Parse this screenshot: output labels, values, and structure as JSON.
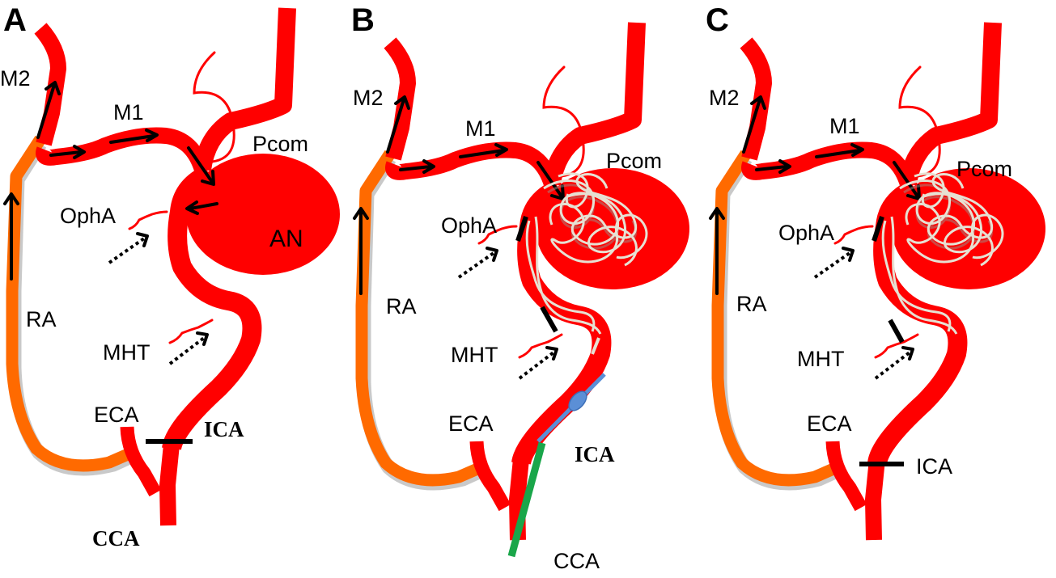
{
  "figure": {
    "panels": [
      {
        "id": "A",
        "letter": "A",
        "labels": {
          "m2": "M2",
          "m1": "M1",
          "pcom": "Pcom",
          "opha": "OphA",
          "an": "AN",
          "ra": "RA",
          "mht": "MHT",
          "eca": "ECA",
          "ica": "ICA",
          "cca": "CCA"
        },
        "features": {
          "coils": false,
          "ica_ligation": true,
          "opha_clip": false,
          "mht_clip": false,
          "catheter": false,
          "balloon": false,
          "aneurysm_label": true
        }
      },
      {
        "id": "B",
        "letter": "B",
        "labels": {
          "m2": "M2",
          "m1": "M1",
          "pcom": "Pcom",
          "opha": "OphA",
          "ra": "RA",
          "mht": "MHT",
          "eca": "ECA",
          "ica": "ICA",
          "cca": "CCA"
        },
        "features": {
          "coils": true,
          "ica_ligation": false,
          "opha_clip": true,
          "mht_clip": true,
          "catheter": true,
          "balloon": true,
          "aneurysm_label": false
        }
      },
      {
        "id": "C",
        "letter": "C",
        "labels": {
          "m2": "M2",
          "m1": "M1",
          "pcom": "Pcom",
          "opha": "OphA",
          "ra": "RA",
          "mht": "MHT",
          "eca": "ECA",
          "ica": "ICA"
        },
        "features": {
          "coils": true,
          "ica_ligation": true,
          "opha_clip": true,
          "mht_clip": true,
          "catheter": false,
          "balloon": false,
          "aneurysm_label": false
        }
      }
    ],
    "colors": {
      "artery": "#ff0000",
      "radial_artery_graft": "#ff6a00",
      "coil": "#e6e1d3",
      "guide_catheter": "#1aa64a",
      "balloon_catheter": "#5b8fd6"
    }
  }
}
